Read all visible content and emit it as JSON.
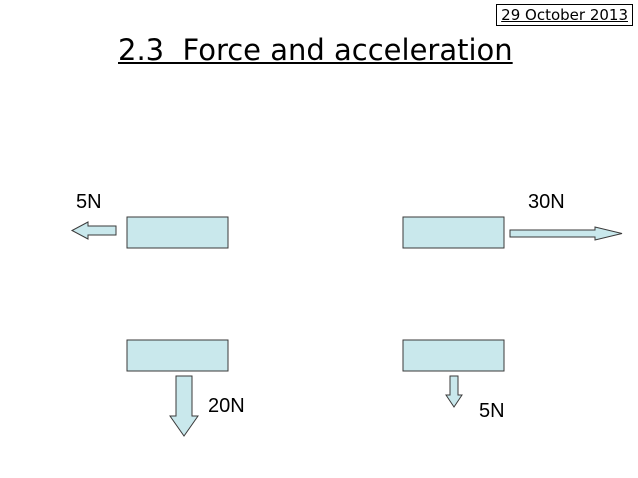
{
  "header": {
    "date": "29 October 2013",
    "title": "2.3  Force and acceleration"
  },
  "diagrams": [
    {
      "force_label": "5N",
      "direction": "left"
    },
    {
      "force_label": "30N",
      "direction": "right"
    },
    {
      "force_label": "20N",
      "direction": "down"
    },
    {
      "force_label": "5N",
      "direction": "down"
    }
  ],
  "colors": {
    "block_fill": "#c9e8ec",
    "arrow_fill": "#c9e8ec",
    "stroke": "#3a3a3a"
  }
}
